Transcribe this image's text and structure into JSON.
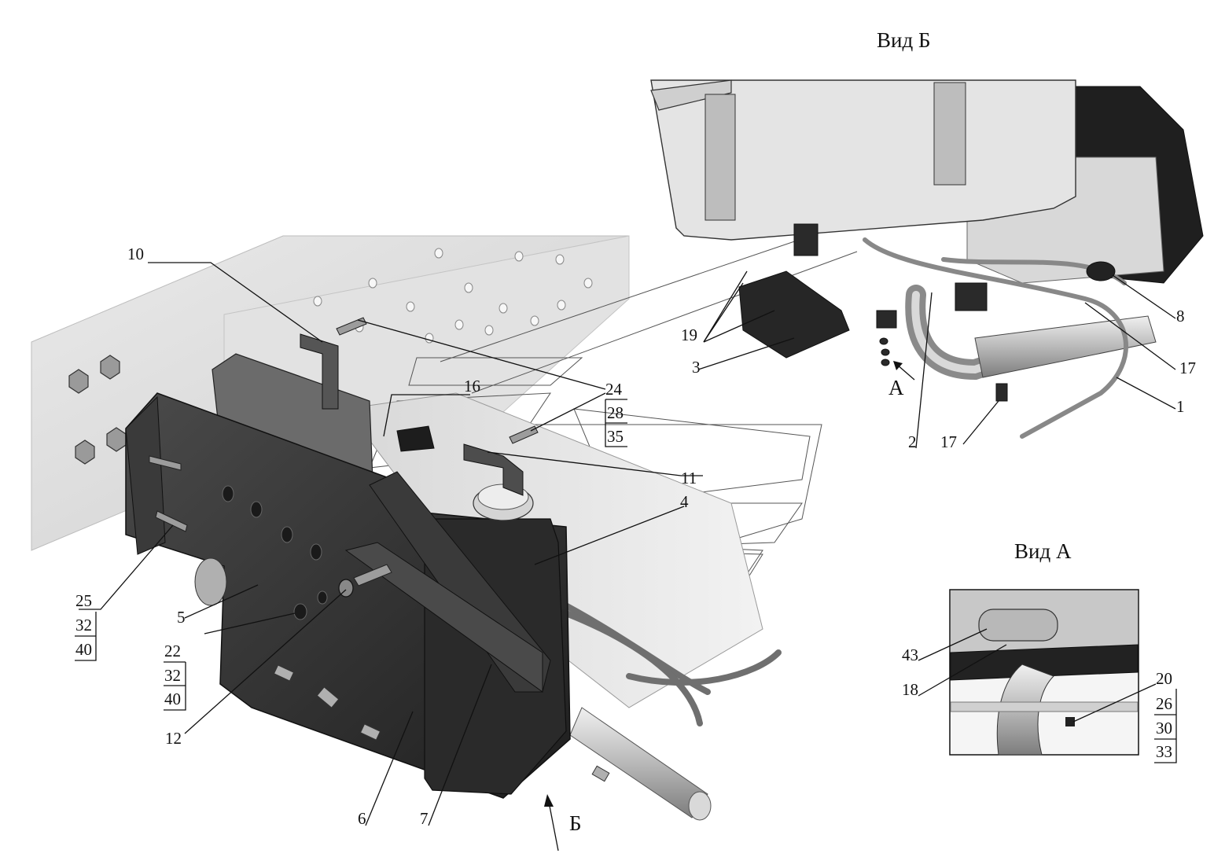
{
  "views": {
    "view_b_title": "Вид Б",
    "view_a_title": "Вид А",
    "arrow_a_letter": "А",
    "arrow_b_letter": "Б"
  },
  "callouts": {
    "c1": "1",
    "c2": "2",
    "c3": "3",
    "c4": "4",
    "c5": "5",
    "c6": "6",
    "c7": "7",
    "c8": "8",
    "c10": "10",
    "c11": "11",
    "c12": "12",
    "c16": "16",
    "c17a": "17",
    "c17b": "17",
    "c18": "18",
    "c19": "19",
    "c43": "43"
  },
  "stacks": {
    "s24": [
      "24",
      "28",
      "35"
    ],
    "s25": [
      "25",
      "32",
      "40"
    ],
    "s22": [
      "22",
      "32",
      "40"
    ],
    "s20": [
      "20",
      "26",
      "30",
      "33"
    ]
  }
}
